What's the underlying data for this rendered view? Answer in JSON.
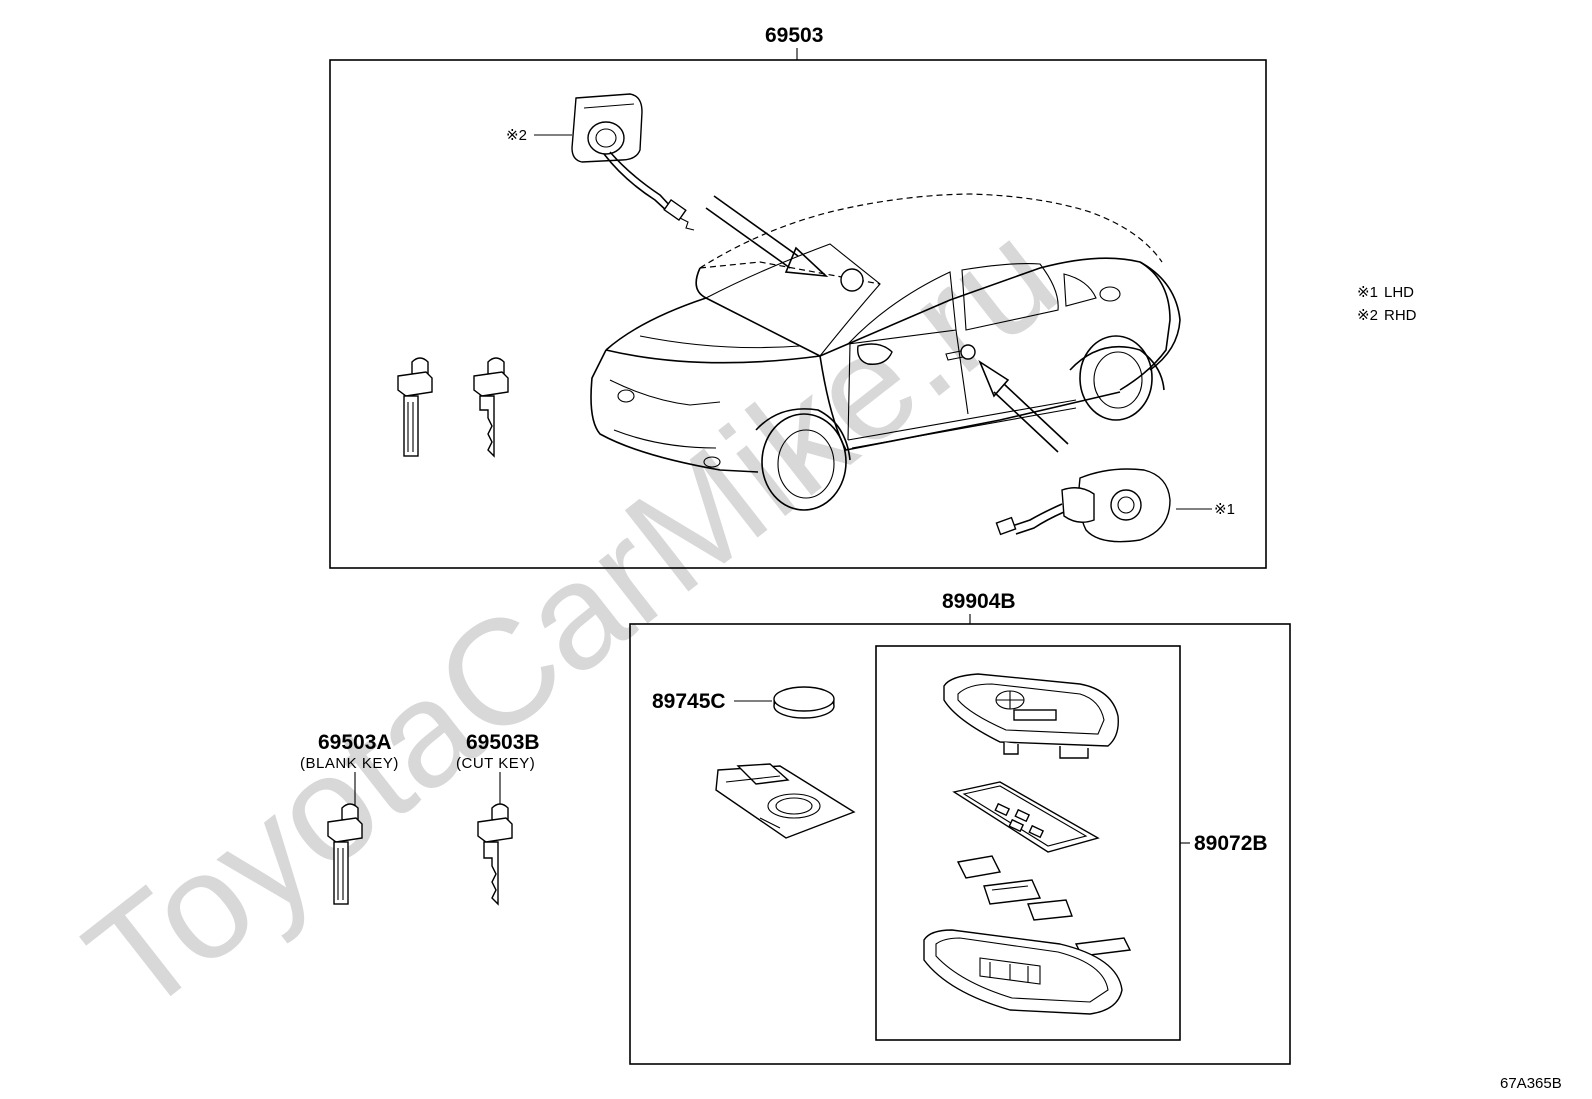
{
  "watermark": "ToyotaCarMike.ru",
  "diagram_code": "67A365B",
  "legend": [
    {
      "mark": "※1",
      "text": "LHD"
    },
    {
      "mark": "※2",
      "text": "RHD"
    }
  ],
  "groups": {
    "main_set": {
      "part_no": "69503"
    },
    "transmitter_set": {
      "part_no": "89904B"
    },
    "transmitter_case": {
      "part_no": "89072B"
    }
  },
  "parts": {
    "battery": {
      "part_no": "89745C"
    },
    "blank_key": {
      "part_no": "69503A",
      "desc": "(BLANK KEY)"
    },
    "cut_key": {
      "part_no": "69503B",
      "desc": "(CUT KEY)"
    }
  },
  "callouts": {
    "rhd_lock": "※2",
    "lhd_lock": "※1"
  }
}
